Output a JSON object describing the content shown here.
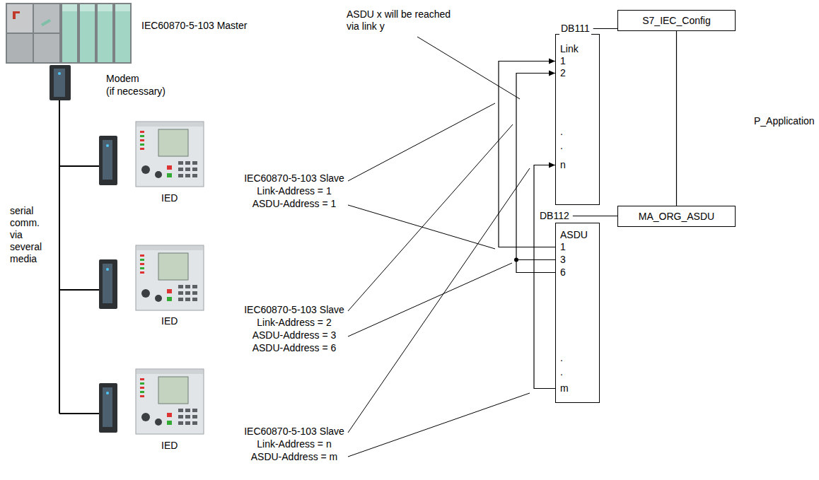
{
  "diagram": {
    "nodes": [
      {
        "text": [
          "DB111",
          "Link",
          "1",
          "2",
          ".",
          ".",
          "n"
        ]
      },
      {
        "text": [
          "S7_IEC_Config"
        ]
      },
      {
        "text": [
          "DB112",
          "ASDU",
          "1",
          "3",
          "6",
          ".",
          ".",
          "m"
        ]
      },
      {
        "text": [
          "MA_ORG_ASDU"
        ]
      }
    ],
    "edges": [
      {
        "from": 0,
        "to": 1,
        "arrow": "none"
      },
      {
        "from": 2,
        "to": 3,
        "arrow": "none"
      },
      {
        "from": 1,
        "to": 3,
        "label": "P_Application",
        "arrow": "none"
      },
      {
        "from": 2,
        "to": 0,
        "arrow": "to"
      },
      {
        "from": 2,
        "to": 0,
        "arrow": "to"
      },
      {
        "from": 2,
        "to": 0,
        "arrow": "to"
      }
    ],
    "labels": [
      "ASDU x will be reached via link y",
      "IEC60870-5-103 Master",
      "Modem",
      "(if necessary)",
      "serial comm. via several media",
      "IED",
      "IEC60870-5-103 Slave",
      "Link-Address = 1",
      "ASDU-Address = 1",
      "IED",
      "IEC60870-5-103 Slave",
      "Link-Address = 2",
      "ASDU-Address = 3",
      "ASDU-Address = 6",
      "IED",
      "IEC60870-5-103 Slave",
      "Link-Address = n",
      "ASDU-Address = m"
    ]
  }
}
